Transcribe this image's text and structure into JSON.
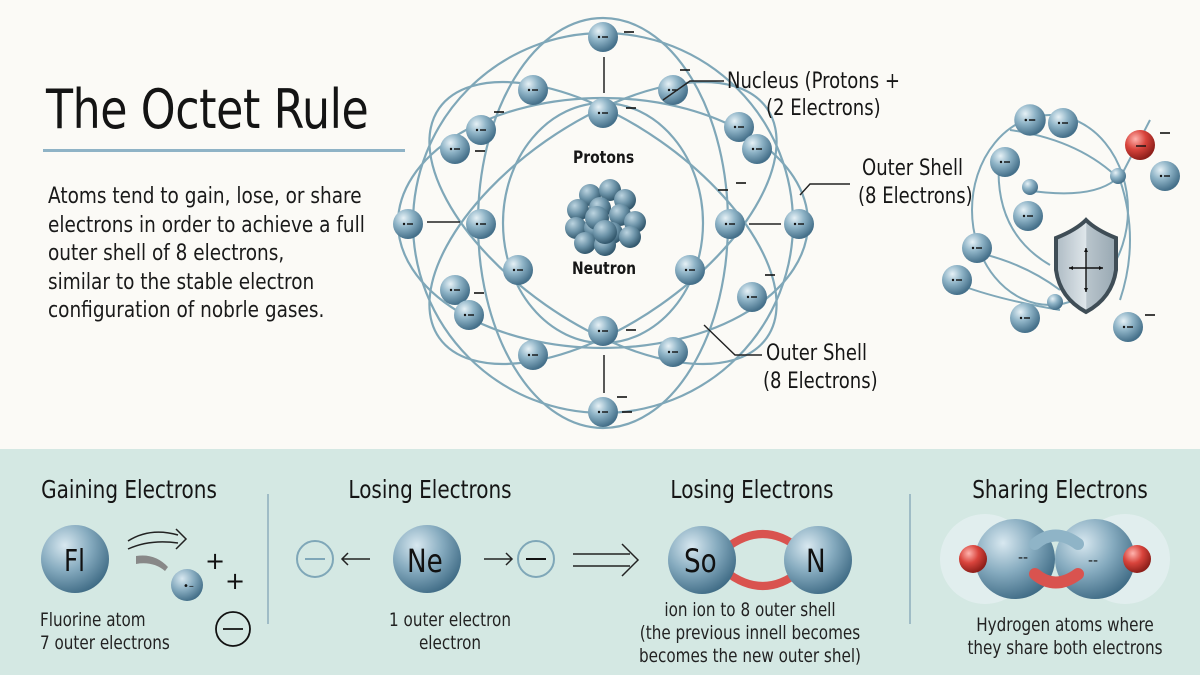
{
  "header": {
    "title": "The Octet Rule",
    "intro_lines": [
      "Atoms tend to gain, lose, or share",
      "electrons in order to achieve a full",
      "outer shell of 8 electrons,",
      "similar to the stable electron",
      "configuration of nobrle gases."
    ]
  },
  "atom_diagram": {
    "nucleus_top_label": "Protons",
    "nucleus_bottom_label": "Neutron",
    "callouts": [
      {
        "line1": "Nucleus (Protons +",
        "line2": "(2 Electrons)"
      },
      {
        "line1": "Outer Shell",
        "line2": "(8 Electrons)"
      },
      {
        "line1": "Outer Shell",
        "line2": "(8 Electrons)"
      }
    ],
    "electron_charge_glyph": "•–",
    "electron_sign": "–"
  },
  "molecule_diagram": {
    "icon": "shield-icon"
  },
  "colors": {
    "background": "#fbfaf6",
    "panel": "#d4e8e3",
    "orbit": "#7fa7b8",
    "electron": "#6f99ae",
    "bond_red": "#d9534f",
    "rule": "#8fb3c6"
  },
  "sections": [
    {
      "title": "Gaining Electrons",
      "element": "Fl",
      "caption_lines": [
        "Fluorine atom",
        "7 outer electrons"
      ],
      "signs": [
        "+",
        "+",
        "⊖"
      ]
    },
    {
      "title": "Losing Electrons",
      "element": "Ne",
      "caption_lines": [
        "1 outer electron",
        "electron"
      ],
      "left_arrow": "←",
      "right_arrow": "→",
      "minus": "–"
    },
    {
      "title": "Losing Electrons",
      "elements": [
        "So",
        "N"
      ],
      "caption_lines": [
        "ion ion to 8 outer shell",
        "(the previous innell becomes",
        "becomes the new outer shel)"
      ]
    },
    {
      "title": "Sharing Electrons",
      "caption_lines": [
        "Hydrogen atoms where",
        "they share both electrons"
      ],
      "electron_glyph": "--"
    }
  ]
}
